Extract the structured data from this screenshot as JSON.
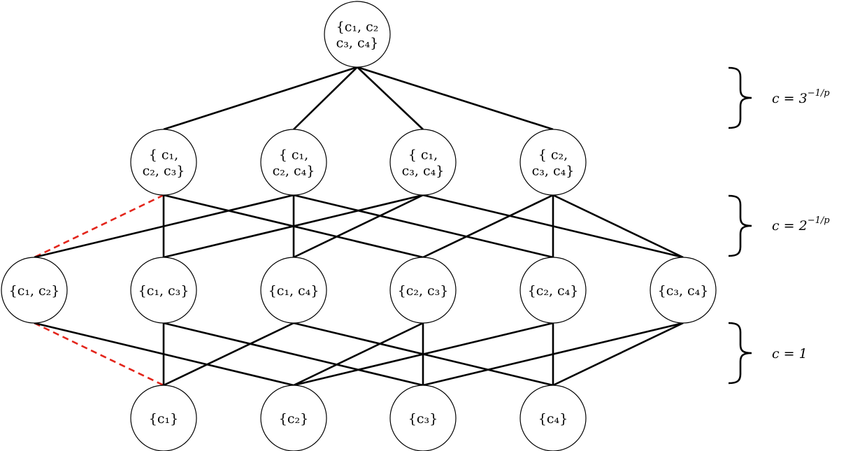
{
  "colors": {
    "edge": "#000000",
    "highlight": "#e3251b",
    "node_fill": "#ffffff"
  },
  "nodes": [
    {
      "id": "c1c2c3c4",
      "lines": [
        "{c₁, c₂",
        "c₃, c₄}"
      ]
    },
    {
      "id": "c1c2c3",
      "lines": [
        "{ c₁,",
        "c₂, c₃}"
      ]
    },
    {
      "id": "c1c2c4",
      "lines": [
        "{ c₁,",
        "c₂, c₄}"
      ]
    },
    {
      "id": "c1c3c4",
      "lines": [
        "{ c₁,",
        "c₃, c₄}"
      ]
    },
    {
      "id": "c2c3c4",
      "lines": [
        "{ c₂,",
        "c₃, c₄}"
      ]
    },
    {
      "id": "c1c2",
      "lines": [
        "{c₁, c₂}"
      ]
    },
    {
      "id": "c1c3",
      "lines": [
        "{c₁, c₃}"
      ]
    },
    {
      "id": "c1c4",
      "lines": [
        "{c₁, c₄}"
      ]
    },
    {
      "id": "c2c3",
      "lines": [
        "{c₂, c₃}"
      ]
    },
    {
      "id": "c2c4",
      "lines": [
        "{c₂, c₄}"
      ]
    },
    {
      "id": "c3c4",
      "lines": [
        "{c₃, c₄}"
      ]
    },
    {
      "id": "c1",
      "lines": [
        "{c₁}"
      ]
    },
    {
      "id": "c2",
      "lines": [
        "{c₂}"
      ]
    },
    {
      "id": "c3",
      "lines": [
        "{c₃}"
      ]
    },
    {
      "id": "c4",
      "lines": [
        "{c₄}"
      ]
    }
  ],
  "edges": [
    {
      "from": "c1c2c3c4",
      "to": "c1c2c3",
      "style": "solid"
    },
    {
      "from": "c1c2c3c4",
      "to": "c1c2c4",
      "style": "solid"
    },
    {
      "from": "c1c2c3c4",
      "to": "c1c3c4",
      "style": "solid"
    },
    {
      "from": "c1c2c3c4",
      "to": "c2c3c4",
      "style": "solid"
    },
    {
      "from": "c1c2c3",
      "to": "c1c2",
      "style": "dashed"
    },
    {
      "from": "c1c2c3",
      "to": "c1c3",
      "style": "solid"
    },
    {
      "from": "c1c2c3",
      "to": "c2c3",
      "style": "solid"
    },
    {
      "from": "c1c2c4",
      "to": "c1c2",
      "style": "solid"
    },
    {
      "from": "c1c2c4",
      "to": "c1c4",
      "style": "solid"
    },
    {
      "from": "c1c2c4",
      "to": "c2c4",
      "style": "solid"
    },
    {
      "from": "c1c3c4",
      "to": "c1c3",
      "style": "solid"
    },
    {
      "from": "c1c3c4",
      "to": "c1c4",
      "style": "solid"
    },
    {
      "from": "c1c3c4",
      "to": "c3c4",
      "style": "solid"
    },
    {
      "from": "c2c3c4",
      "to": "c2c3",
      "style": "solid"
    },
    {
      "from": "c2c3c4",
      "to": "c2c4",
      "style": "solid"
    },
    {
      "from": "c2c3c4",
      "to": "c3c4",
      "style": "solid"
    },
    {
      "from": "c1c2",
      "to": "c1",
      "style": "dashed"
    },
    {
      "from": "c1c2",
      "to": "c2",
      "style": "solid"
    },
    {
      "from": "c1c3",
      "to": "c1",
      "style": "solid"
    },
    {
      "from": "c1c3",
      "to": "c3",
      "style": "solid"
    },
    {
      "from": "c1c4",
      "to": "c1",
      "style": "solid"
    },
    {
      "from": "c1c4",
      "to": "c4",
      "style": "solid"
    },
    {
      "from": "c2c3",
      "to": "c2",
      "style": "solid"
    },
    {
      "from": "c2c3",
      "to": "c3",
      "style": "solid"
    },
    {
      "from": "c2c4",
      "to": "c2",
      "style": "solid"
    },
    {
      "from": "c2c4",
      "to": "c4",
      "style": "solid"
    },
    {
      "from": "c3c4",
      "to": "c3",
      "style": "solid"
    },
    {
      "from": "c3c4",
      "to": "c4",
      "style": "solid"
    }
  ],
  "levels": [
    {
      "id": "level-top",
      "base": "c = 3",
      "exp": "−1/p"
    },
    {
      "id": "level-mid",
      "base": "c = 2",
      "exp": "−1/p"
    },
    {
      "id": "level-bottom",
      "base": "c = 1",
      "exp": ""
    }
  ]
}
